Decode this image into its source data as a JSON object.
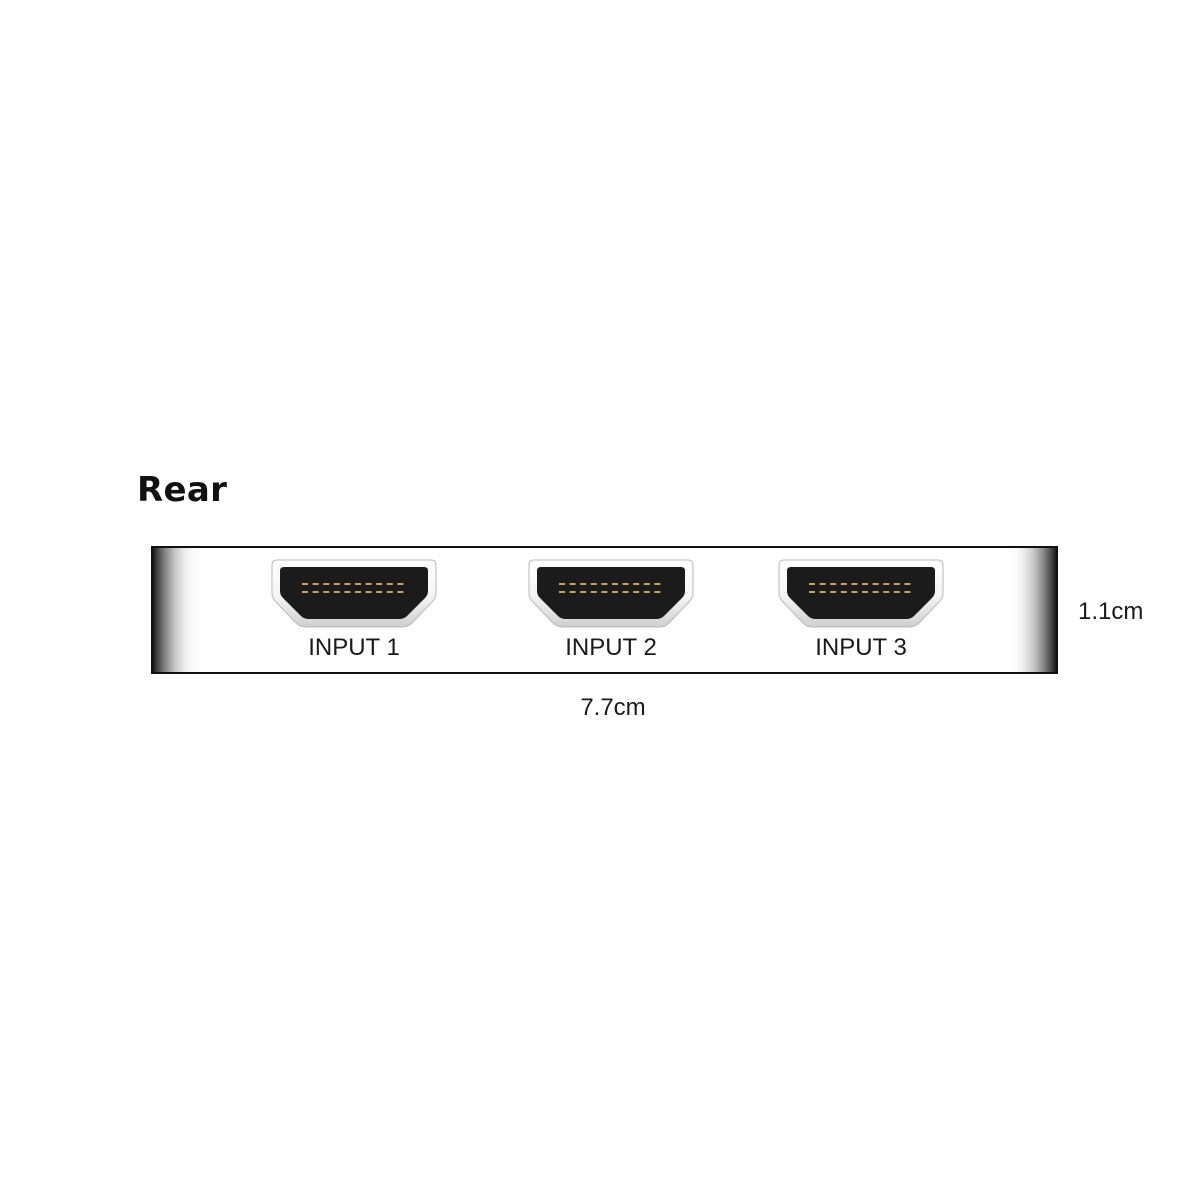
{
  "title": "Rear",
  "ports": [
    {
      "label": "INPUT 1",
      "icon": "hdmi-port-icon"
    },
    {
      "label": "INPUT 2",
      "icon": "hdmi-port-icon"
    },
    {
      "label": "INPUT 3",
      "icon": "hdmi-port-icon"
    }
  ],
  "dimensions": {
    "height": "1.1cm",
    "width": "7.7cm"
  },
  "colors": {
    "port_body": "#1b1b1b",
    "port_frame": "#ffffff",
    "pins": "#c9a25a",
    "panel_border": "#111111"
  }
}
